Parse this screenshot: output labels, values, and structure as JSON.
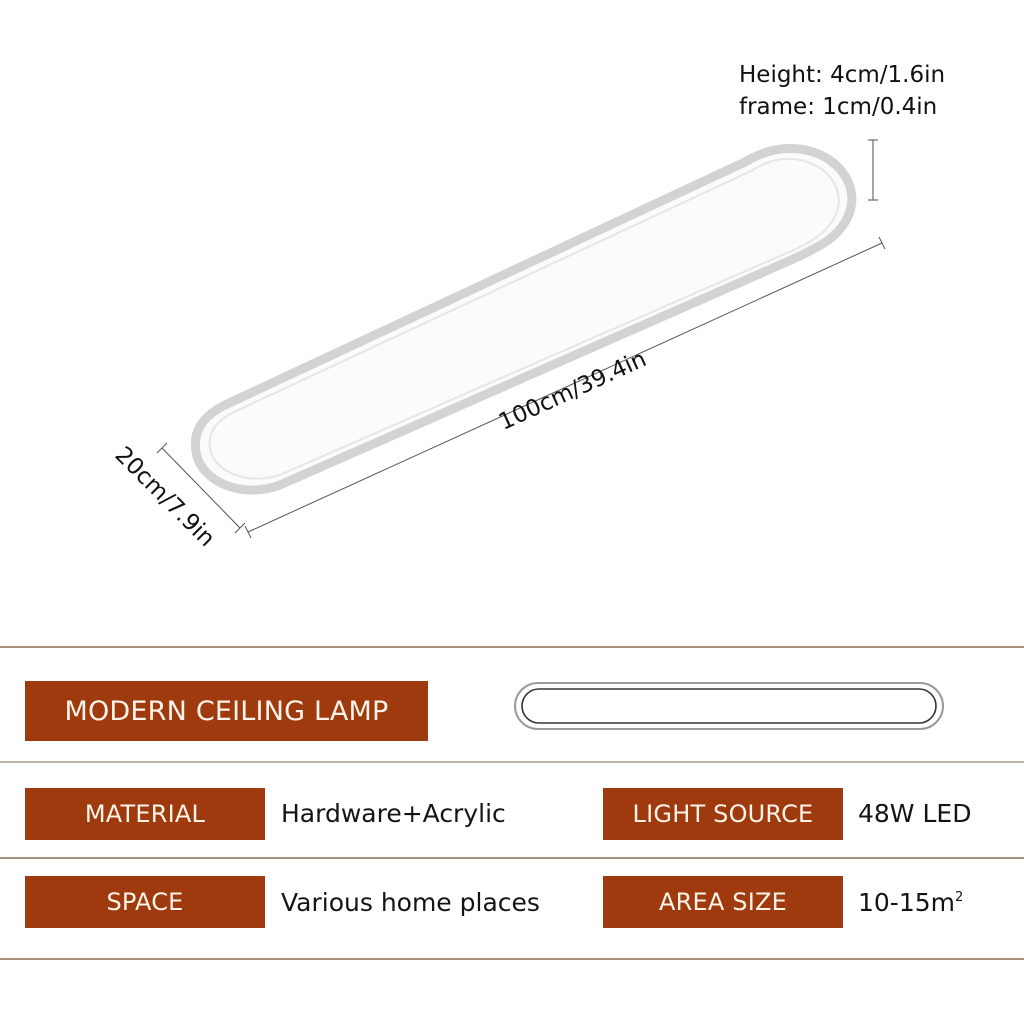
{
  "dimensions": {
    "height": "Height: 4cm/1.6in",
    "frame": "frame: 1cm/0.4in",
    "length": "100cm/39.4in",
    "width": "20cm/7.9in"
  },
  "product": {
    "title": "MODERN CEILING LAMP"
  },
  "specs": [
    {
      "label": "MATERIAL",
      "value": "Hardware+Acrylic"
    },
    {
      "label": "LIGHT SOURCE",
      "value": "48W LED"
    },
    {
      "label": "SPACE",
      "value": "Various home places"
    },
    {
      "label": "AREA SIZE",
      "value": "10-15m",
      "value_sup": "2"
    }
  ],
  "colors": {
    "badge_bg": "#9e3a0e",
    "badge_text": "#fff4ea",
    "rule": "#a88f7c",
    "lamp_frame": "#d6d6d4"
  }
}
